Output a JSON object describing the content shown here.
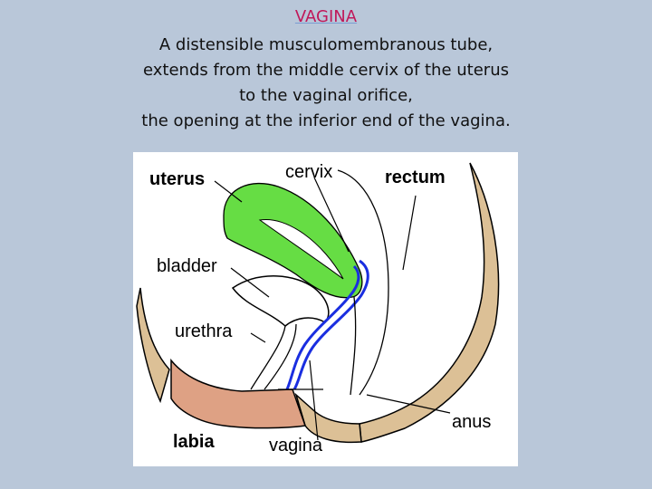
{
  "title": "VAGINA",
  "description": [
    "A distensible musculomembranous tube,",
    "extends from the middle cervix of the uterus",
    "to the vaginal orifice,",
    "the opening at the inferior end of the vagina."
  ],
  "labels": {
    "uterus": "uterus",
    "cervix": "cervix",
    "rectum": "rectum",
    "bladder": "bladder",
    "urethra": "urethra",
    "labia": "labia",
    "vagina": "vagina",
    "anus": "anus"
  },
  "colors": {
    "background": "#b9c7d9",
    "title": "#c0185a",
    "uterus": "#66dd44",
    "vagina_outline": "#1a2ee0",
    "labia": "#dea184",
    "tissue": "#dcc096"
  }
}
